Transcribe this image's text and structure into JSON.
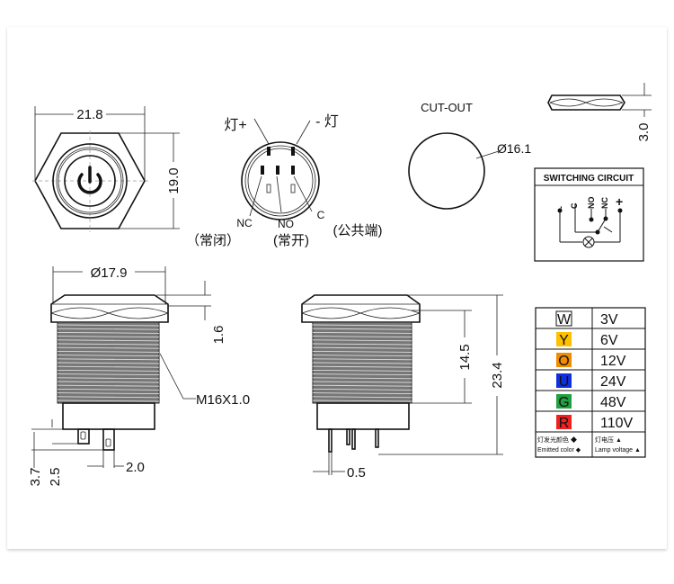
{
  "top_view": {
    "width_dim": "21.8",
    "height_dim": "19.0"
  },
  "pin_view": {
    "lamp_plus": "灯+",
    "lamp_minus": "- 灯",
    "nc": "NC",
    "nc_cn": "（常闭）",
    "no": "NO",
    "no_cn": "(常开)",
    "c": "C",
    "c_cn": "(公共端)"
  },
  "cutout": {
    "title": "CUT-OUT",
    "diameter": "Ø16.1"
  },
  "thin_view": {
    "thickness_dim": "3.0"
  },
  "switching_circuit": {
    "title": "SWITCHING CIRCUIT",
    "terminals": [
      "-",
      "C",
      "NO",
      "NC",
      "+"
    ]
  },
  "side_view_left": {
    "diameter_dim": "Ø17.9",
    "head_dim": "1.6",
    "thread": "M16X1.0",
    "pin_dim_a": "3.7",
    "pin_dim_b": "2.5",
    "pin_width": "2.0"
  },
  "side_view_right": {
    "thread_len": "14.5",
    "total_len": "23.4",
    "pin_thickness": "0.5"
  },
  "color_table": {
    "rows": [
      {
        "code": "W",
        "voltage": "3V",
        "color": "#ffffff"
      },
      {
        "code": "Y",
        "voltage": "6V",
        "color": "#ffc000"
      },
      {
        "code": "O",
        "voltage": "12V",
        "color": "#f08c00"
      },
      {
        "code": "U",
        "voltage": "24V",
        "color": "#1030e0"
      },
      {
        "code": "G",
        "voltage": "48V",
        "color": "#20a040"
      },
      {
        "code": "R",
        "voltage": "110V",
        "color": "#f02020"
      }
    ],
    "footer_left_cn": "灯发光颜色 ◆",
    "footer_left_en": "Emitted color ◆",
    "footer_right_cn": "灯电压 ▲",
    "footer_right_en": "Lamp voltage ▲"
  }
}
